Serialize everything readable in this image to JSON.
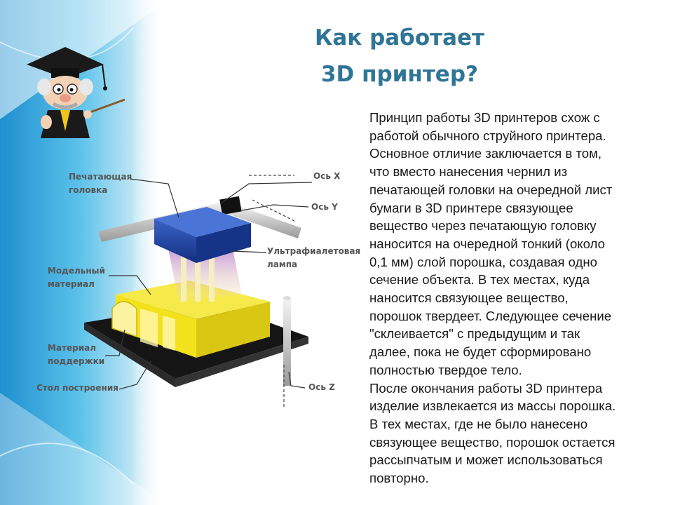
{
  "title": {
    "line1": "Как работает",
    "line2": "3D принтер?"
  },
  "body_lines": [
    "Принцип работы 3D принтеров схож с",
    "работой обычного струйного принтера.",
    "Основное отличие заключается в том,",
    "что вместо нанесения чернил из",
    "печатающей головки на очередной лист",
    "бумаги в 3D принтере связующее",
    "вещество через печатающую головку",
    "наносится на очередной тонкий (около",
    "0,1 мм) слой порошка, создавая одно",
    "сечение объекта. В тех местах, куда",
    "наносится связующее вещество,",
    "порошок твердеет. Следующее сечение",
    "\"склеивается\" с предыдущим и так",
    "далее, пока не будет сформировано",
    "полностью твердое тело.",
    "После окончания работы 3D принтера",
    "изделие извлекается из массы порошка.",
    "В тех местах, где не было нанесено",
    "связующее вещество, порошок остается",
    "рассыпчатым и может использоваться",
    "повторно."
  ],
  "diagram": {
    "label_print_head_1": "Печатающая",
    "label_print_head_2": "головка",
    "label_axis_x": "Ось X",
    "label_axis_y": "Ось Y",
    "label_uv_lamp_1": "Ультрафиалетовая",
    "label_uv_lamp_2": "лампа",
    "label_model_1": "Модельный",
    "label_model_2": "материал",
    "label_support_1": "Материал",
    "label_support_2": "поддержки",
    "label_build_table": "Стол построения",
    "label_axis_z": "Ось Z"
  },
  "colors": {
    "title": "#2f7596",
    "band_light": "#bfe6f5",
    "band_mid": "#5cc2ea",
    "band_dark": "#1e8fd0",
    "model_yellow": "#f2e21b",
    "head_blue": "#1f3fa0"
  }
}
